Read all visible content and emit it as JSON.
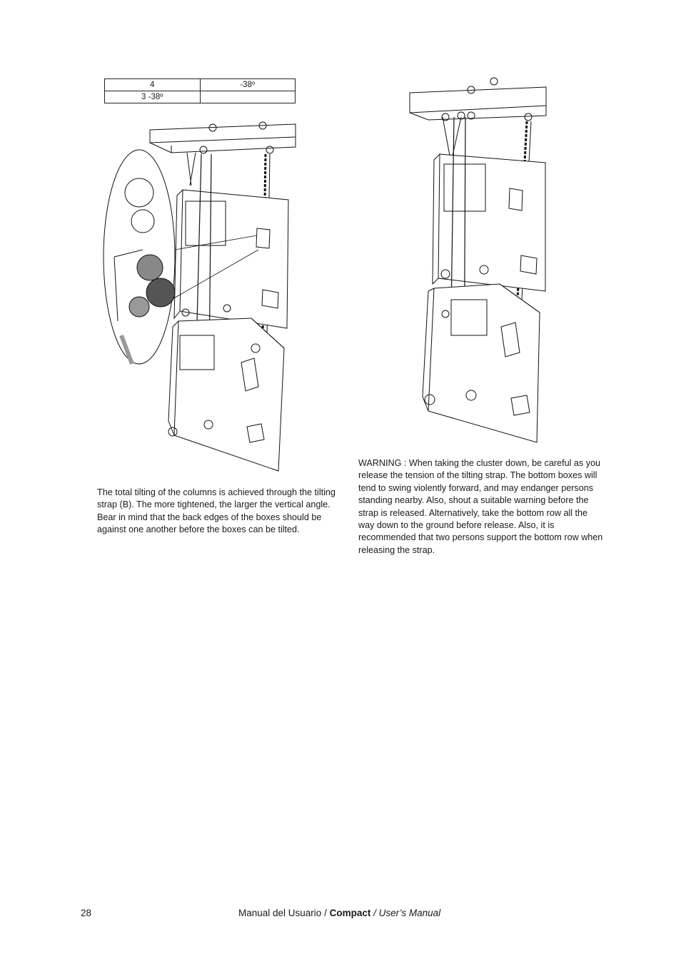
{
  "table": {
    "rows": [
      [
        "4",
        "-38º"
      ],
      [
        "3 -38º",
        ""
      ]
    ]
  },
  "left_text": "The total tilting of the columns is achieved through the tilting strap (B). The more tightened, the larger the vertical angle. Bear in mind that the back edges of the boxes should be against one another before the boxes can be tilted.",
  "right_text": "WARNING : When taking the cluster down, be careful as you release the tension of the tilting strap. The bottom boxes will tend to swing violently forward, and may endanger persons standing nearby. Also, shout a suitable warning before the strap is released. Alternatively, take the bottom row all the way down to the ground before release. Also, it is recommended that two persons support the bottom row when releasing the strap.",
  "footer": {
    "page_number": "28",
    "title_regular": "Manual del Usuario / ",
    "title_bold": "Compact",
    "title_italic": " / User’s Manual"
  }
}
